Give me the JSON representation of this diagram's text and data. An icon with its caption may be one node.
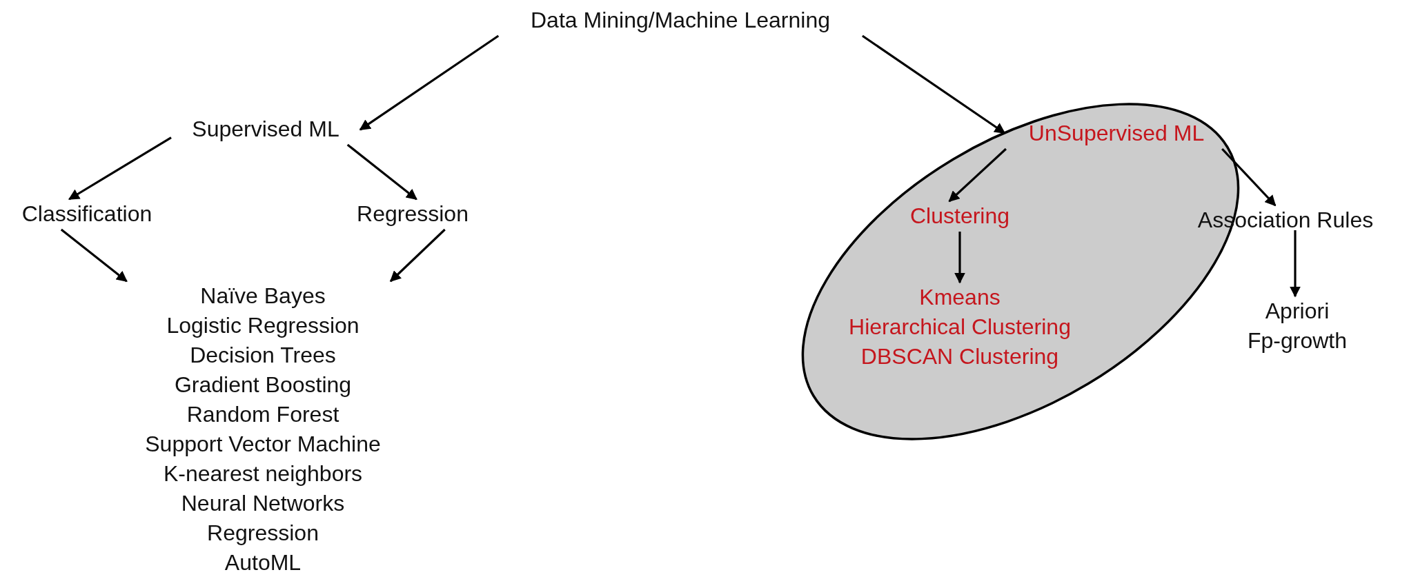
{
  "diagram": {
    "nodes": [
      {
        "text": [
          "Data Mining/Machine Learning"
        ]
      },
      {
        "text": [
          "Supervised ML"
        ]
      },
      {
        "text": [
          "Classification"
        ]
      },
      {
        "text": [
          "Regression"
        ]
      },
      {
        "text": [
          "Naïve Bayes",
          "Logistic Regression",
          "Decision Trees",
          "Gradient Boosting",
          "Random Forest",
          "Support Vector Machine",
          "K-nearest neighbors",
          "Neural Networks",
          "Regression",
          "AutoML"
        ]
      },
      {
        "text": [],
        "shape": "ellipse"
      },
      {
        "text": [
          "UnSupervised ML"
        ],
        "in": 5
      },
      {
        "text": [
          "Clustering"
        ],
        "in": 5
      },
      {
        "text": [
          "Association Rules"
        ]
      },
      {
        "text": [
          "Kmeans",
          "Hierarchical Clustering",
          "DBSCAN Clustering"
        ],
        "in": 5
      },
      {
        "text": [
          "Apriori",
          "Fp-growth"
        ]
      }
    ],
    "edges": [
      {
        "from": 0,
        "to": 1,
        "arrow": "to"
      },
      {
        "from": 0,
        "to": 6,
        "arrow": "to"
      },
      {
        "from": 1,
        "to": 2,
        "arrow": "to"
      },
      {
        "from": 1,
        "to": 3,
        "arrow": "to"
      },
      {
        "from": 2,
        "to": 4,
        "arrow": "to"
      },
      {
        "from": 3,
        "to": 4,
        "arrow": "to"
      },
      {
        "from": 6,
        "to": 7,
        "arrow": "to"
      },
      {
        "from": 6,
        "to": 8,
        "arrow": "to"
      },
      {
        "from": 7,
        "to": 9,
        "arrow": "to"
      },
      {
        "from": 8,
        "to": 10,
        "arrow": "to"
      }
    ]
  }
}
